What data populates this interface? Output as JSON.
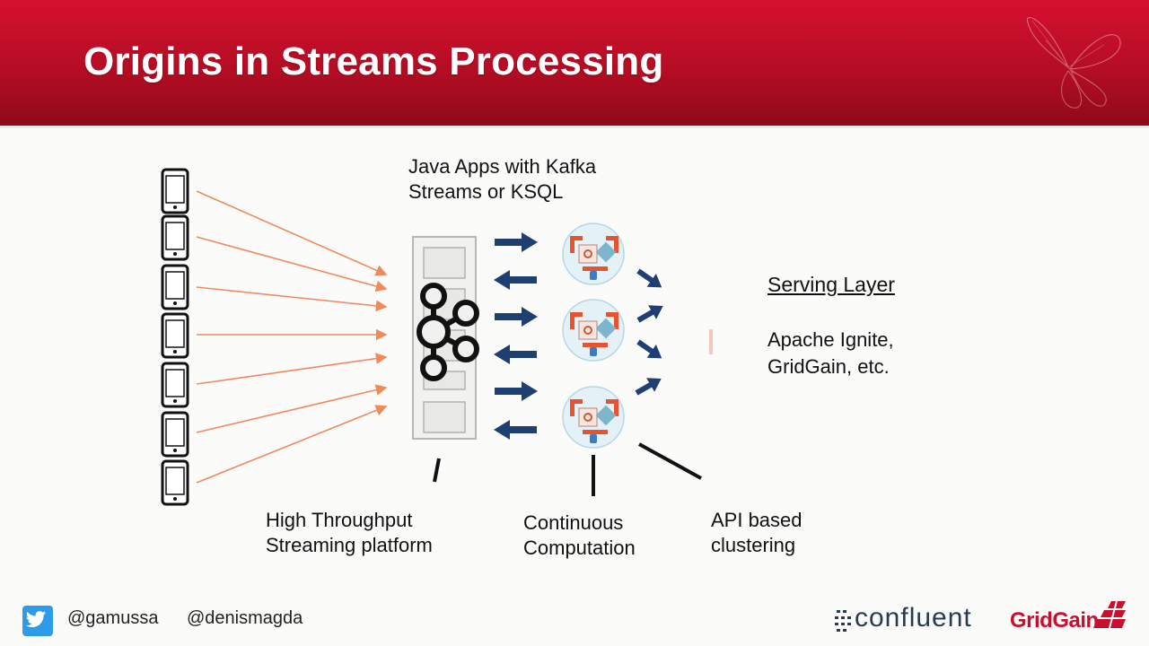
{
  "slide": {
    "title": "Origins in Streams Processing"
  },
  "diagram": {
    "java_apps_line1": "Java Apps with Kafka",
    "java_apps_line2": "Streams or KSQL",
    "serving_layer_title": "Serving Layer",
    "serving_layer_line1": "Apache Ignite,",
    "serving_layer_line2": "GridGain, etc.",
    "platform_label_line1": "High Throughput",
    "platform_label_line2": "Streaming platform",
    "computation_label_line1": "Continuous",
    "computation_label_line2": "Computation",
    "clustering_label_line1": "API based",
    "clustering_label_line2": "clustering",
    "phone_count": 7,
    "app_instance_count": 3,
    "colors": {
      "source_arrows": "#f08a5d",
      "flow_arrows": "#1f3f73",
      "instance_circle": "#e4f1f7",
      "instance_red": "#e8532f"
    }
  },
  "footer": {
    "handle_1": "@gamussa",
    "handle_2": "@denismagda",
    "confluent_logo_text": "confluent",
    "gridgain_logo_text": "GridGain",
    "icons": [
      "twitter-icon",
      "confluent-logo",
      "gridgain-logo"
    ]
  }
}
